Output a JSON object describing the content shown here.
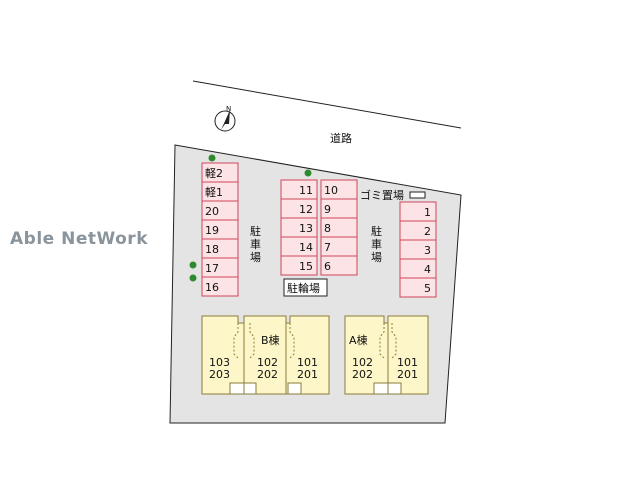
{
  "road_label": "道路",
  "north_label": "N",
  "garbage_label": "ゴミ置場",
  "parking_label": "駐車場",
  "bicycle_label": "駐輪場",
  "watermark": "Able NetWork",
  "left_spaces": [
    "軽2",
    "軽1",
    "20",
    "19",
    "18",
    "17",
    "16"
  ],
  "center_left_spaces": [
    "11",
    "12",
    "13",
    "14",
    "15"
  ],
  "center_right_spaces": [
    "10",
    "9",
    "8",
    "7",
    "6"
  ],
  "right_spaces": [
    "1",
    "2",
    "3",
    "4",
    "5"
  ],
  "building_b": {
    "name": "B棟",
    "units": [
      [
        "103",
        "203"
      ],
      [
        "102",
        "202"
      ],
      [
        "101",
        "201"
      ]
    ]
  },
  "building_a": {
    "name": "A棟",
    "units": [
      [
        "102",
        "202"
      ],
      [
        "101",
        "201"
      ]
    ]
  },
  "colors": {
    "site_fill": "#e4e4e4",
    "stall_fill": "#fbe3e6",
    "stall_border": "#d0455a",
    "building_fill": "#fdf6c8",
    "building_border": "#8a7d3a",
    "tree": "#2f8a2f"
  }
}
